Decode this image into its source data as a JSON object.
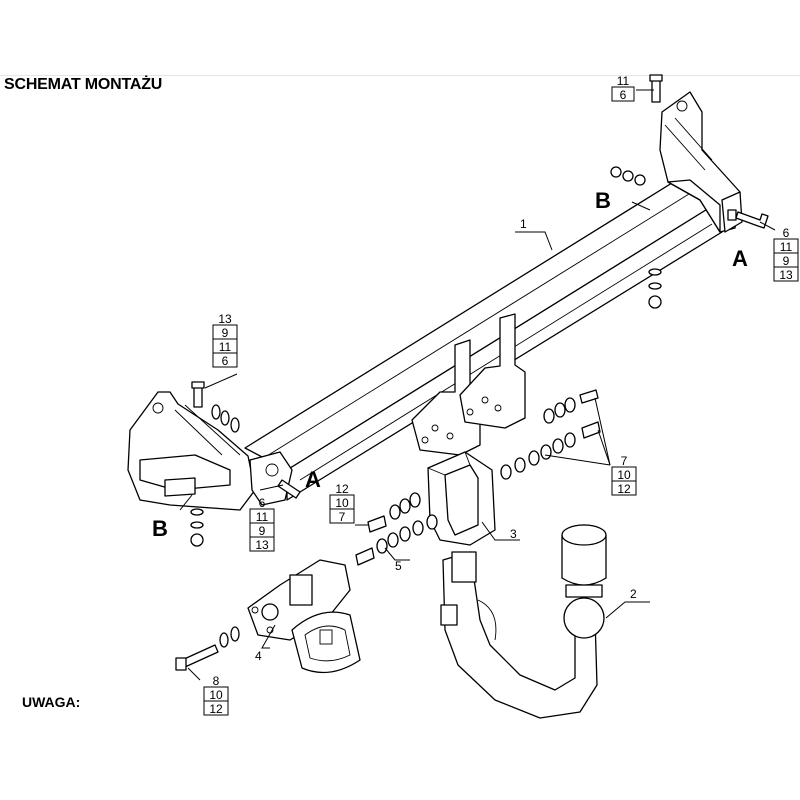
{
  "title": "SCHEMAT MONTAŻU",
  "note_label": "UWAGA:",
  "part_labels": {
    "p1": "1",
    "p2": "2",
    "p3": "3",
    "p4": "4",
    "p5": "5"
  },
  "letters": {
    "A_right": "A",
    "A_left": "A",
    "B_right": "B",
    "B_left": "B"
  },
  "stacks": {
    "top": [
      "11",
      "6"
    ],
    "right": [
      "6",
      "11",
      "9",
      "13"
    ],
    "left_top": [
      "13",
      "9",
      "11",
      "6"
    ],
    "left_bottom": [
      "6",
      "11",
      "9",
      "13"
    ],
    "mid_left": [
      "12",
      "10",
      "7"
    ],
    "mid_right": [
      "7",
      "10",
      "12"
    ],
    "bottom": [
      "8",
      "10",
      "12"
    ]
  }
}
